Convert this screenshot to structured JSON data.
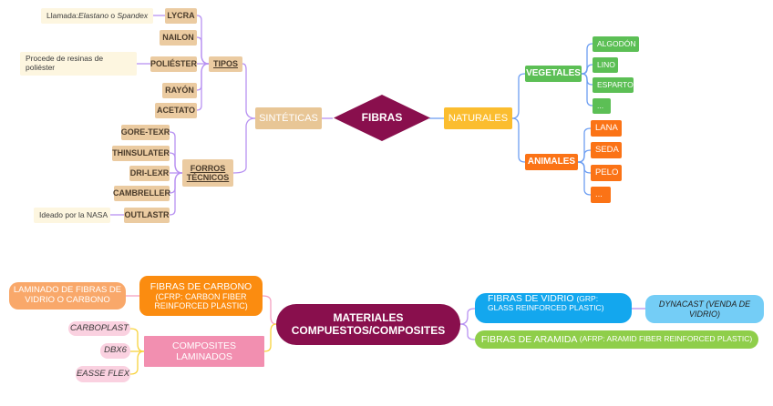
{
  "diagram1": {
    "root": "FIBRAS",
    "synthetic": {
      "label": "SINTÉTICAS",
      "tipos": {
        "label": "TIPOS",
        "items": [
          "LYCRA",
          "NAILON",
          "POLIÉSTER",
          "RAYÓN",
          "ACETATO"
        ],
        "notes": {
          "lycra_prefix": "Llamada: ",
          "lycra_em1": "Elastano",
          "lycra_mid": " o ",
          "lycra_em2": "Spandex",
          "poliester": "Procede de resinas de poliéster"
        }
      },
      "forros": {
        "label_line1": "FORROS",
        "label_line2": "TÉCNICOS",
        "items": [
          "GORE-TEXR",
          "THINSULATER",
          "DRI-LEXR",
          "CAMBRELLER",
          "OUTLASTR"
        ],
        "note_outlast": "Ideado por la NASA"
      }
    },
    "natural": {
      "label": "NATURALES",
      "vegetales": {
        "label": "VEGETALES",
        "items": [
          "ALGODÓN",
          "LINO",
          "ESPARTO",
          "..."
        ]
      },
      "animales": {
        "label": "ANIMALES",
        "items": [
          "LANA",
          "SEDA",
          "PELO",
          "..."
        ]
      }
    }
  },
  "diagram2": {
    "root_line1": "MATERIALES",
    "root_line2": "COMPUESTOS/COMPOSITES",
    "carbono": {
      "title": "FIBRAS DE CARBONO",
      "sub1": "(CFRP: CARBON FIBER",
      "sub2": "REINFORCED PLASTIC)",
      "child_line1": "LAMINADO DE FIBRAS DE",
      "child_line2": "VIDRIO O CARBONO"
    },
    "laminados": {
      "line1": "COMPOSITES",
      "line2": "LAMINADOS",
      "items": [
        "CARBOPLAST",
        "DBX6",
        "EASSE FLEX"
      ]
    },
    "vidrio": {
      "title": "FIBRAS DE VIDRIO ",
      "sub1": "(GRP:",
      "sub2": "GLASS REINFORCED PLASTIC)",
      "child_line1": "DYNACAST (VENDA DE",
      "child_line2": "VIDRIO)"
    },
    "aramida": {
      "title": "FIBRAS DE ARAMIDA ",
      "sub": "(AFRP: ARAMID FIBER REINFORCED PLASTIC)"
    }
  },
  "colors": {
    "root": "#890f4d",
    "synthetic": "#e8c696",
    "natural": "#fbbd2f",
    "vegetales": "#5cbf55",
    "animales": "#fb7316",
    "line_purple": "#b38cf0",
    "line_blue": "#6a9cf0"
  }
}
